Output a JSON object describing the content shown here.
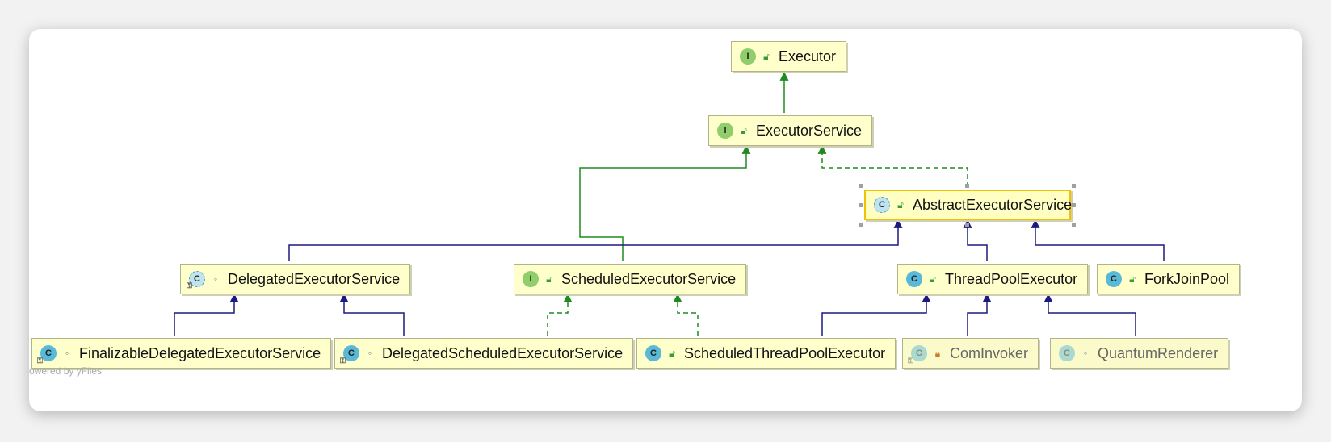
{
  "diagram": {
    "watermark": "owered by yFiles",
    "nodes": {
      "executor": {
        "label": "Executor",
        "kind": "I",
        "visibility": "public"
      },
      "executor_service": {
        "label": "ExecutorService",
        "kind": "I",
        "visibility": "public"
      },
      "abstract_executor_service": {
        "label": "AbstractExecutorService",
        "kind": "C",
        "visibility": "public",
        "selected": true
      },
      "delegated_executor_service": {
        "label": "DelegatedExecutorService",
        "kind": "C",
        "visibility": "package"
      },
      "scheduled_executor_service": {
        "label": "ScheduledExecutorService",
        "kind": "I",
        "visibility": "public"
      },
      "thread_pool_executor": {
        "label": "ThreadPoolExecutor",
        "kind": "C",
        "visibility": "public"
      },
      "fork_join_pool": {
        "label": "ForkJoinPool",
        "kind": "C",
        "visibility": "public"
      },
      "finalizable_delegated_executor_service": {
        "label": "FinalizableDelegatedExecutorService",
        "kind": "C",
        "visibility": "package"
      },
      "delegated_scheduled_executor_service": {
        "label": "DelegatedScheduledExecutorService",
        "kind": "C",
        "visibility": "package"
      },
      "scheduled_thread_pool_executor": {
        "label": "ScheduledThreadPoolExecutor",
        "kind": "C",
        "visibility": "public"
      },
      "com_invoker": {
        "label": "ComInvoker",
        "kind": "C",
        "visibility": "private"
      },
      "quantum_renderer": {
        "label": "QuantumRenderer",
        "kind": "C",
        "visibility": "package"
      }
    },
    "colors": {
      "extends_interface": "#1f8a1f",
      "implements": "#1f8a1f",
      "extends_class": "#1a1a80",
      "node_fill": "#ffffcc",
      "selected_border": "#f2c200"
    }
  }
}
